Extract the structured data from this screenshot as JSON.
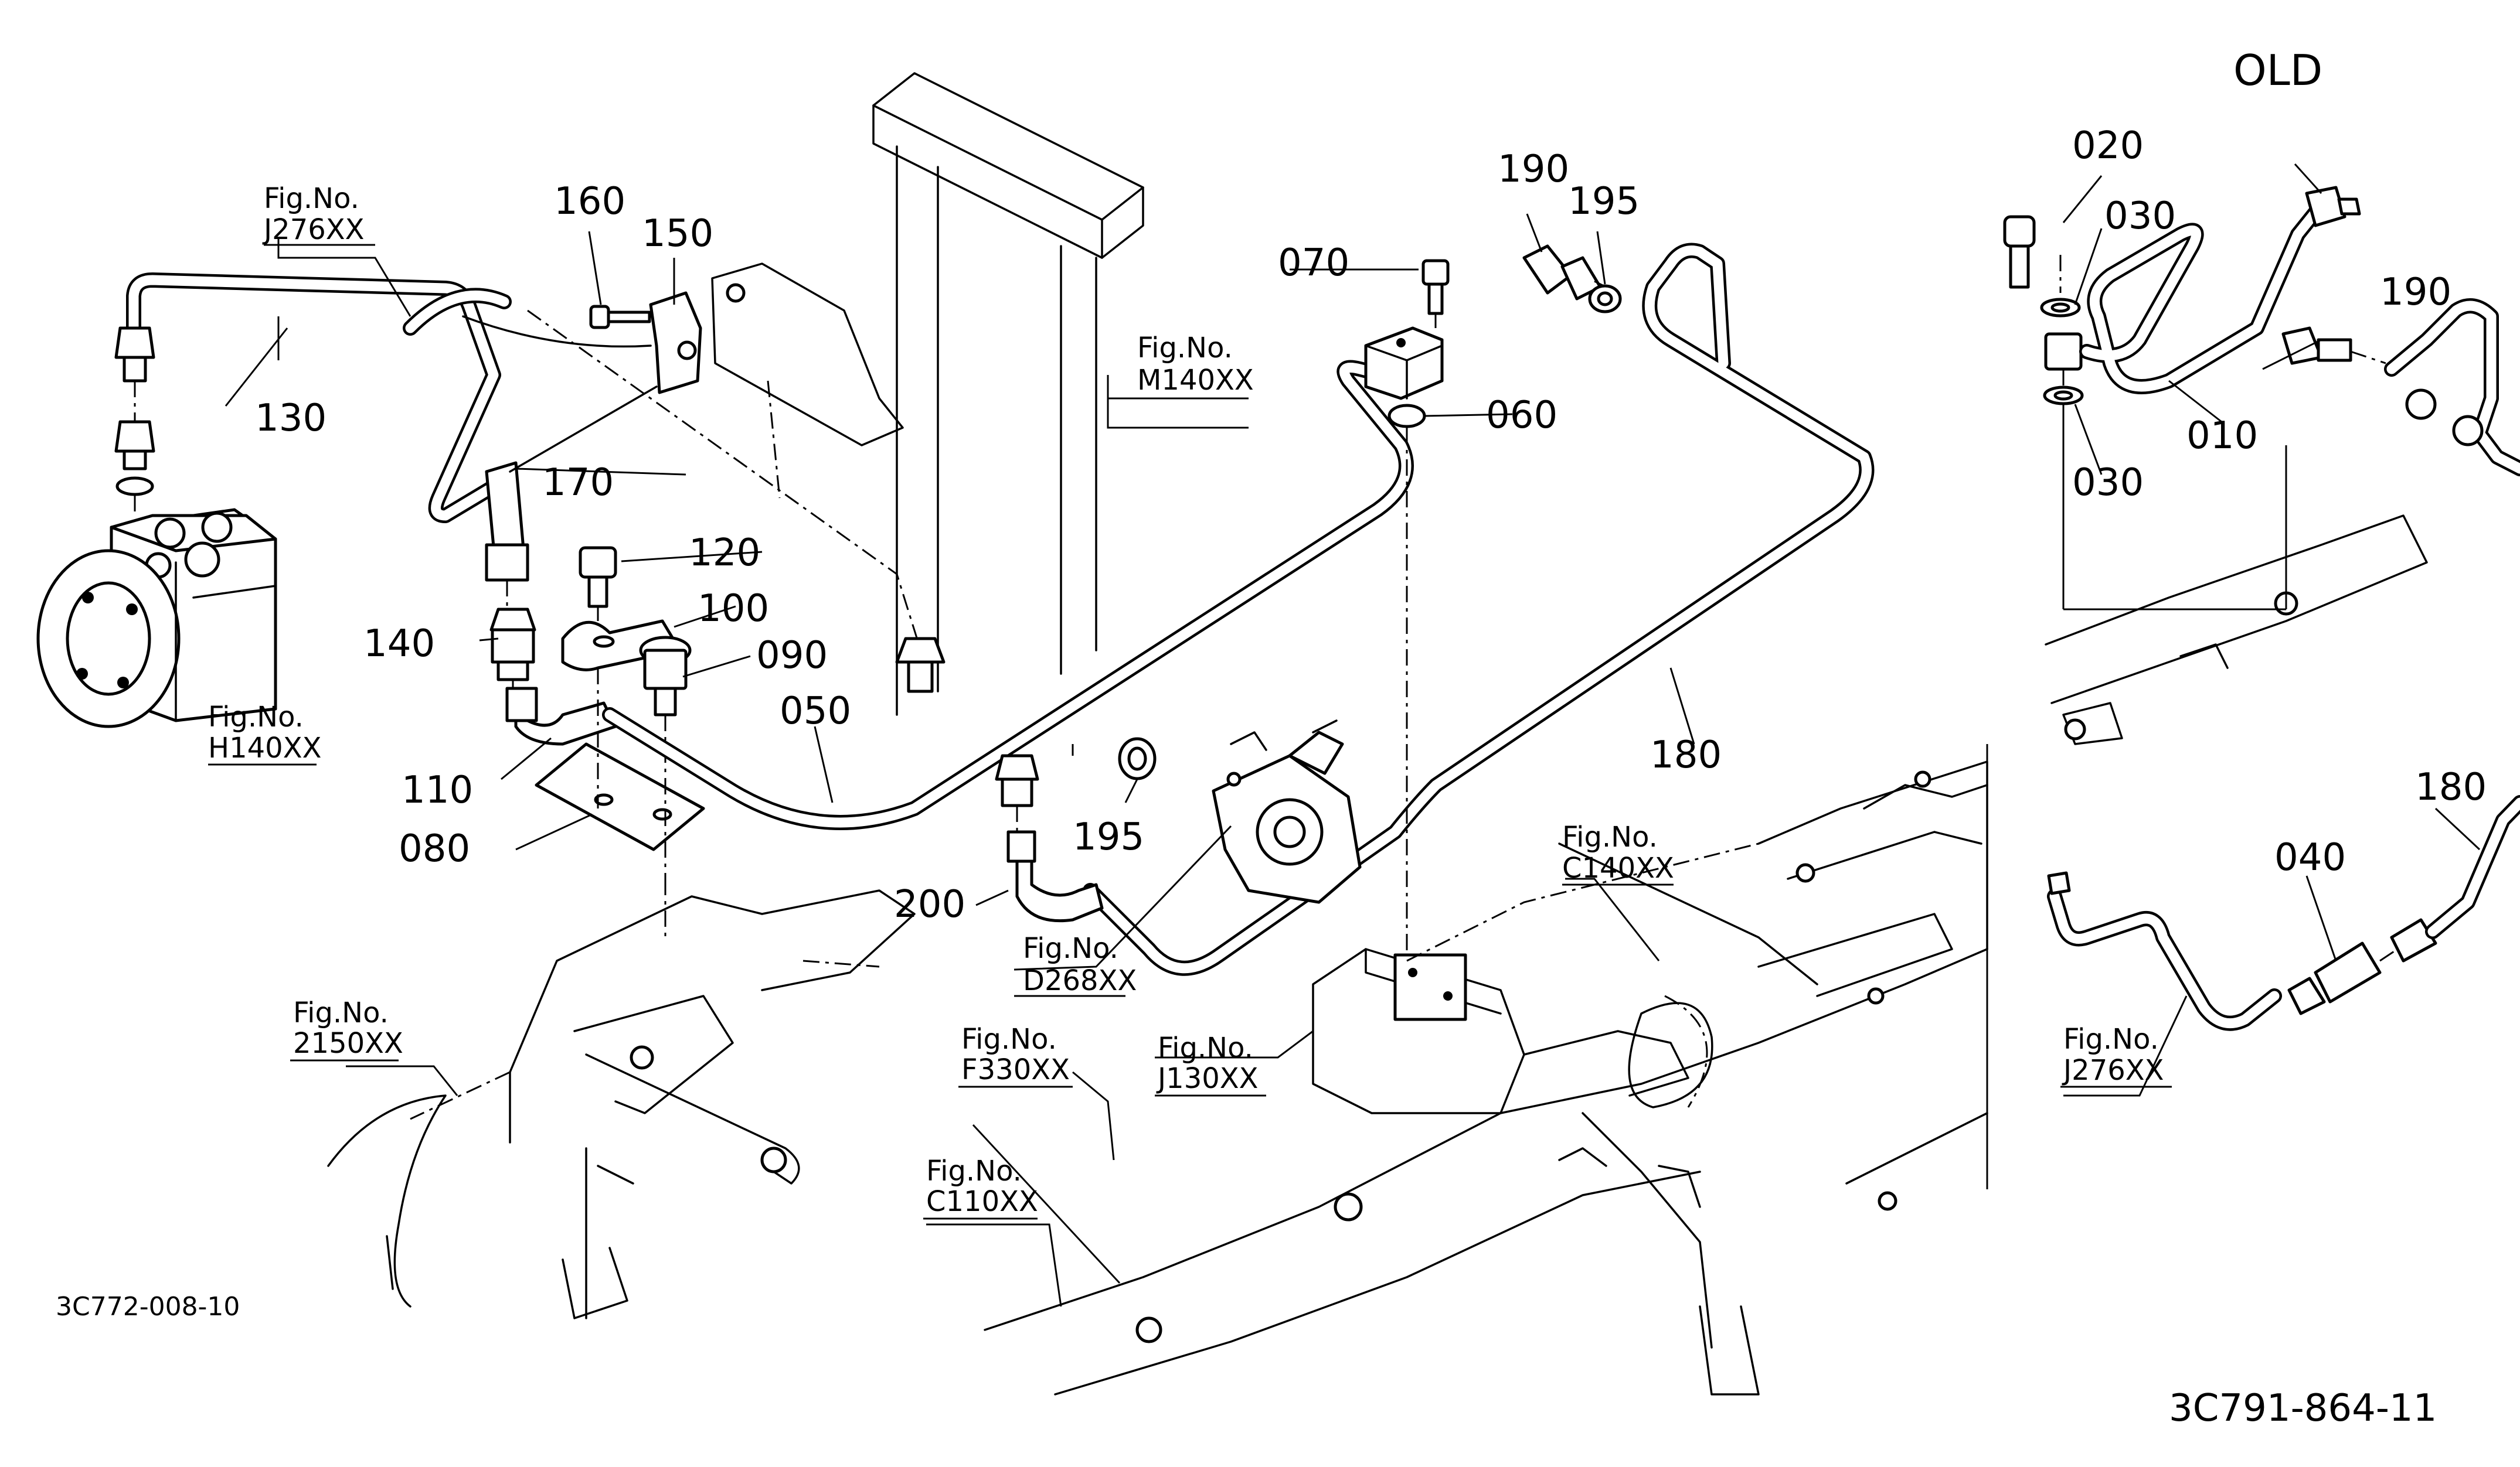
{
  "title": "OLD",
  "part_numbers": {
    "p010": "010",
    "p020": "020",
    "p030a": "030",
    "p030b": "030",
    "p040": "040",
    "p050": "050",
    "p060": "060",
    "p070": "070",
    "p080": "080",
    "p090": "090",
    "p100": "100",
    "p110": "110",
    "p120": "120",
    "p130": "130",
    "p140": "140",
    "p150": "150",
    "p160": "160",
    "p170": "170",
    "p180a": "180",
    "p180b": "180",
    "p190a": "190",
    "p190b": "190",
    "p195a": "195",
    "p195b": "195",
    "p200": "200"
  },
  "figure_refs": {
    "j276_top": {
      "label": "Fig.No.",
      "code": "J276XX"
    },
    "m140": {
      "label": "Fig.No.",
      "code": "M140XX"
    },
    "h140": {
      "label": "Fig.No.",
      "code": "H140XX"
    },
    "d268": {
      "label": "Fig.No.",
      "code": "D268XX"
    },
    "c140": {
      "label": "Fig.No.",
      "code": "C140XX"
    },
    "s2150": {
      "label": "Fig.No.",
      "code": "2150XX"
    },
    "f330": {
      "label": "Fig.No.",
      "code": "F330XX"
    },
    "j130": {
      "label": "Fig.No.",
      "code": "J130XX"
    },
    "c110": {
      "label": "Fig.No.",
      "code": "C110XX"
    },
    "j276_right": {
      "label": "Fig.No.",
      "code": "J276XX"
    }
  },
  "drawing_codes": {
    "left": "3C772-008-10",
    "right": "3C791-864-11"
  }
}
